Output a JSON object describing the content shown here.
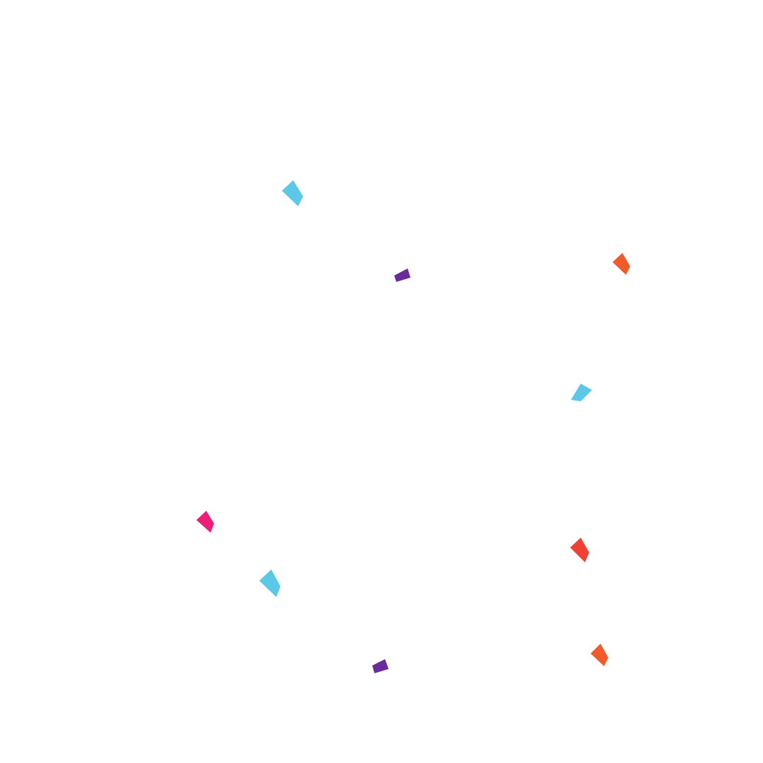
{
  "background_color": "#ffffff",
  "palette": {
    "sky_blue": "#5BC8E8",
    "purple": "#6A2C9B",
    "orange": "#F15A2B",
    "magenta": "#EC1E79",
    "red": "#EF4136"
  },
  "confetti": [
    {
      "name": "confetti-piece-cyan-1",
      "shape": "kite",
      "color": "sky_blue"
    },
    {
      "name": "confetti-piece-purple-1",
      "shape": "strip",
      "color": "purple"
    },
    {
      "name": "confetti-piece-orange-1",
      "shape": "kite",
      "color": "orange"
    },
    {
      "name": "confetti-piece-cyan-2",
      "shape": "wedge",
      "color": "sky_blue"
    },
    {
      "name": "confetti-piece-magenta-1",
      "shape": "kite",
      "color": "magenta"
    },
    {
      "name": "confetti-piece-red-1",
      "shape": "kite",
      "color": "red"
    },
    {
      "name": "confetti-piece-cyan-3",
      "shape": "kite",
      "color": "sky_blue"
    },
    {
      "name": "confetti-piece-purple-2",
      "shape": "strip",
      "color": "purple"
    },
    {
      "name": "confetti-piece-orange-2",
      "shape": "kite",
      "color": "orange"
    }
  ]
}
